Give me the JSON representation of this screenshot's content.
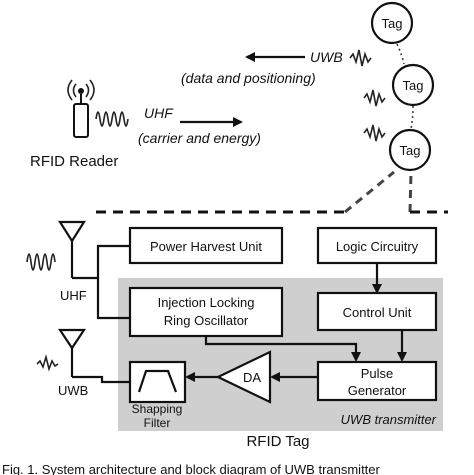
{
  "top": {
    "tags": [
      "Tag",
      "Tag",
      "Tag"
    ],
    "uwb_label": "UWB",
    "uwb_desc": "(data and positioning)",
    "uhf_label": "UHF",
    "uhf_desc": "(carrier and energy)",
    "reader_label": "RFID Reader"
  },
  "blocks": {
    "power_harvest": "Power Harvest Unit",
    "logic": "Logic Circuitry",
    "ilro_line1": "Injection Locking",
    "ilro_line2": "Ring Oscillator",
    "control": "Control Unit",
    "pulse_line1": "Pulse",
    "pulse_line2": "Generator",
    "da": "DA",
    "filter_line1": "Shapping",
    "filter_line2": "Filter"
  },
  "labels": {
    "uhf": "UHF",
    "uwb": "UWB",
    "uwb_transmitter": "UWB transmitter",
    "rfid_tag": "RFID Tag"
  },
  "caption": "Fig. 1.  System architecture and block diagram of UWB transmitter"
}
